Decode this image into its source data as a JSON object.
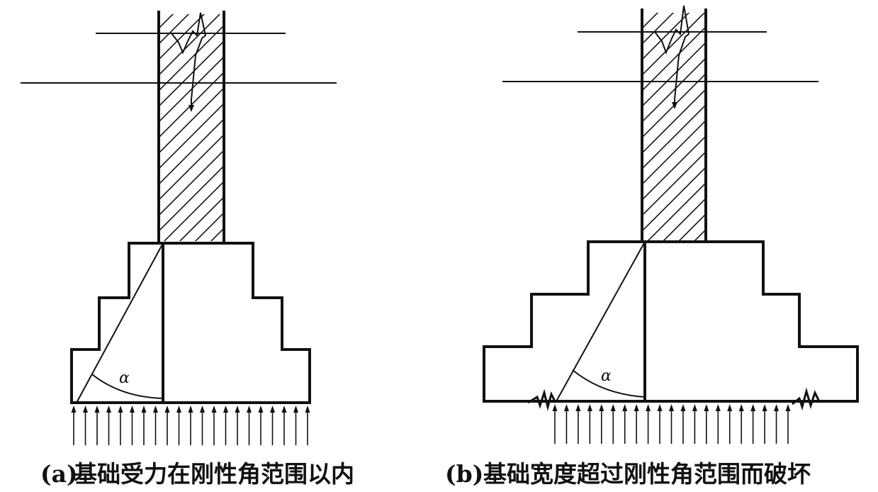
{
  "diagram_a": {
    "caption_tag": "(a)",
    "caption_text": "基础受力在刚性角范围以内",
    "angle_label": "α"
  },
  "diagram_b": {
    "caption_tag": "(b)",
    "caption_text": "基础宽度超过刚性角范围而破坏",
    "angle_label": "α"
  },
  "colors": {
    "ink": "#111111",
    "background": "#ffffff"
  }
}
